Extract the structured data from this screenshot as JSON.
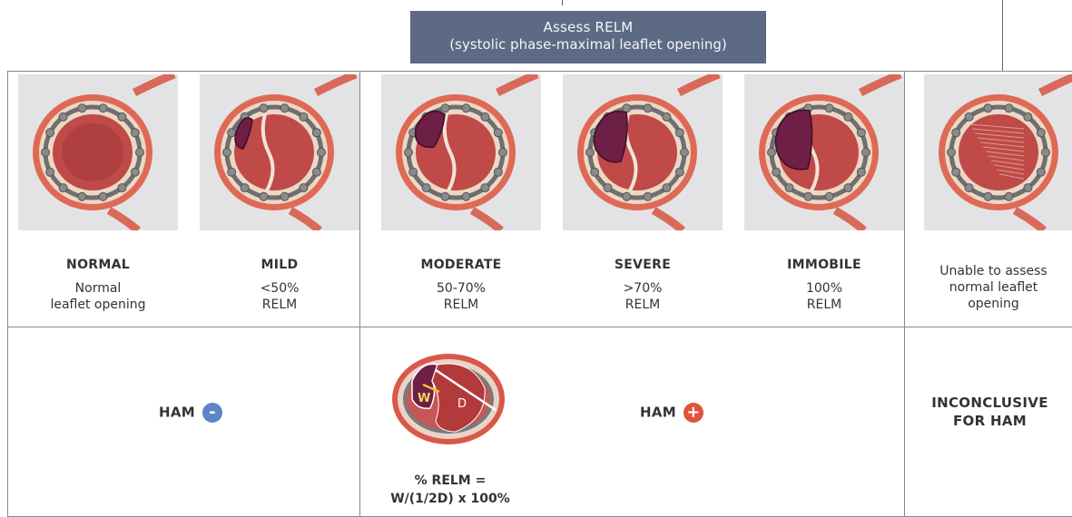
{
  "header": {
    "title": "Assess RELM",
    "subtitle": "(systolic phase-maximal leaflet opening)"
  },
  "categories": [
    {
      "name": "NORMAL",
      "desc1": "Normal",
      "desc2": "leaflet opening"
    },
    {
      "name": "MILD",
      "desc1": "<50%",
      "desc2": "RELM"
    },
    {
      "name": "MODERATE",
      "desc1": "50-70%",
      "desc2": "RELM"
    },
    {
      "name": "SEVERE",
      "desc1": ">70%",
      "desc2": "RELM"
    },
    {
      "name": "IMMOBILE",
      "desc1": "100%",
      "desc2": "RELM"
    },
    {
      "name": "",
      "desc1": "Unable to assess",
      "desc2": "normal leaflet",
      "desc3": "opening"
    }
  ],
  "results": {
    "ham_negative": "HAM",
    "ham_negative_sign": "-",
    "ham_positive": "HAM",
    "ham_positive_sign": "+",
    "inconclusive_1": "INCONCLUSIVE",
    "inconclusive_2": "FOR HAM"
  },
  "formula": {
    "line1": "% RELM =",
    "line2": "W/(1/2D) x 100%",
    "w_label": "W",
    "d_label": "D"
  },
  "colors": {
    "header_bg": "#5d6a85",
    "panel_bg": "#e3e3e5",
    "negative_sign": "#5b86c9",
    "positive_sign": "#e0553a",
    "thrombus": "#6e1f45",
    "valve_red": "#b23a3a"
  }
}
